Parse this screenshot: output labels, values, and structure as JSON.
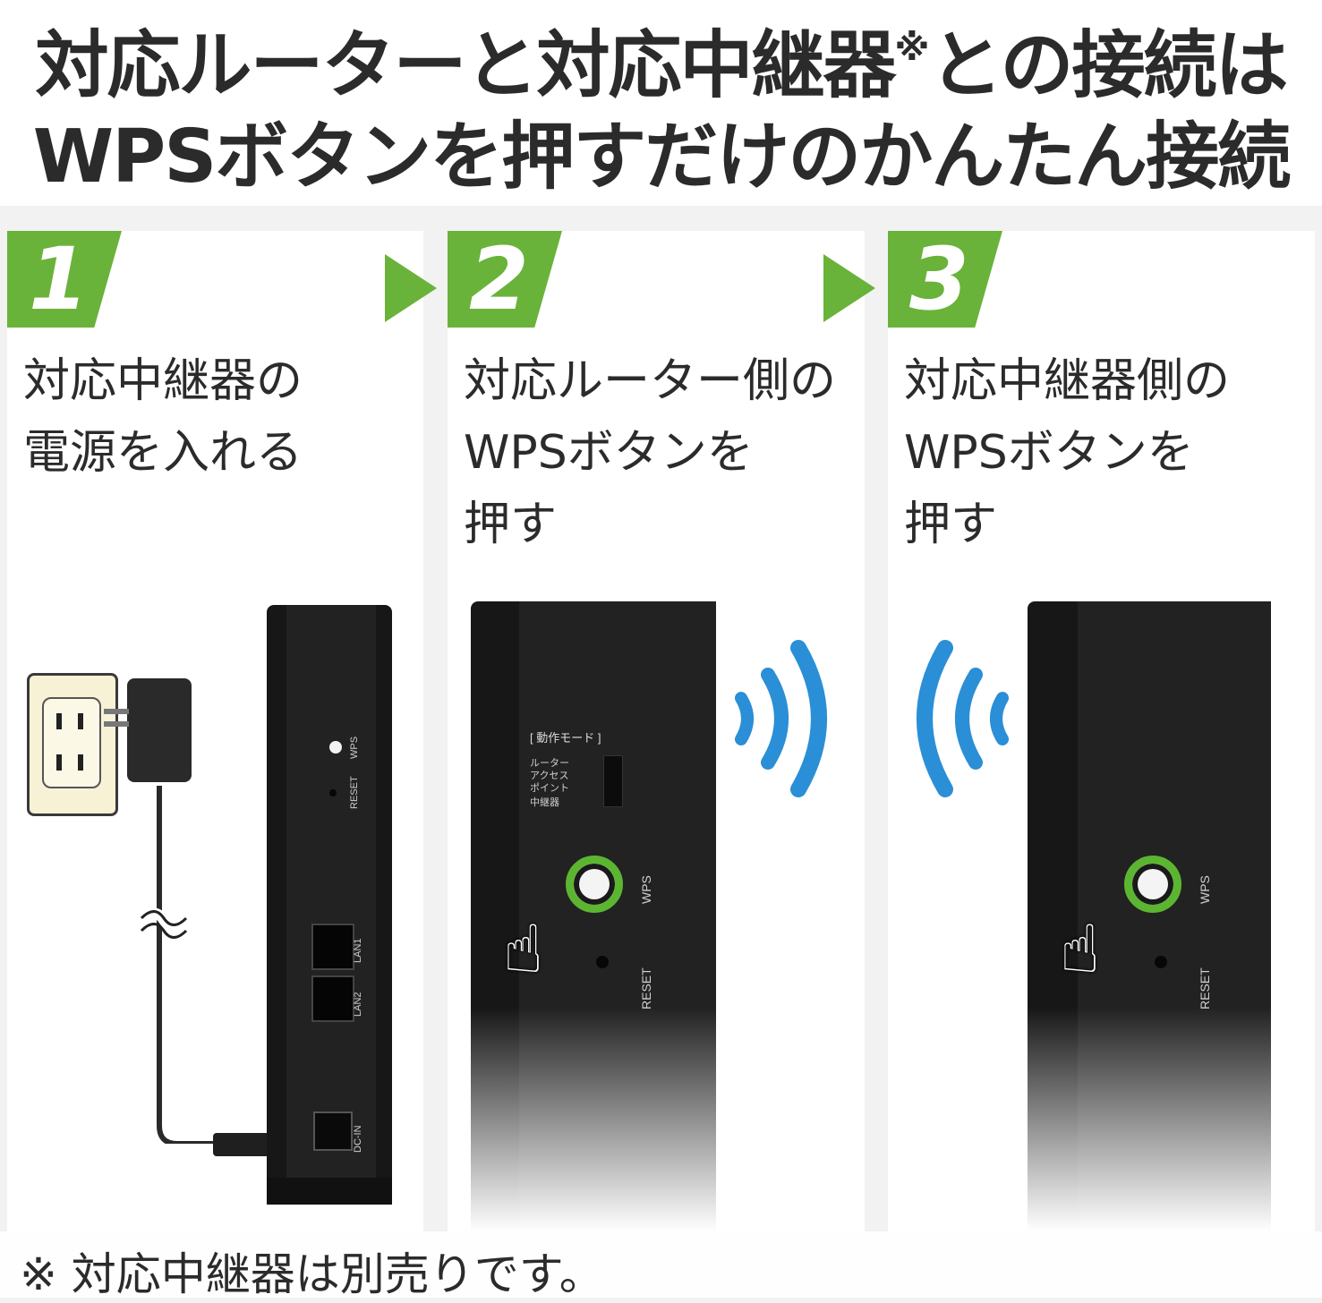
{
  "headline": {
    "line1_a": "対応ルーターと対応中継器",
    "line1_mark": "※",
    "line1_b": "との接続は",
    "line2": "WPSボタンを押すだけのかんたん接続"
  },
  "steps": [
    {
      "number": "1",
      "lines": [
        "対応中継器の",
        "電源を入れる"
      ]
    },
    {
      "number": "2",
      "lines": [
        "対応ルーター側の",
        "WPSボタンを",
        "押す"
      ]
    },
    {
      "number": "3",
      "lines": [
        "対応中継器側の",
        "WPSボタンを",
        "押す"
      ]
    }
  ],
  "device_labels": {
    "wps": "WPS",
    "reset": "RESET",
    "lan1": "LAN1",
    "lan2": "LAN2",
    "dcin": "DC-IN",
    "mode_title": "[ 動作モード ]",
    "mode_router": "ルーター",
    "mode_ap_1": "アクセス",
    "mode_ap_2": "ポイント",
    "mode_repeater": "中継器"
  },
  "footnote": "※ 対応中継器は別売りです。",
  "colors": {
    "accent_green": "#6ab33a",
    "signal_blue": "#2a8fd6"
  }
}
